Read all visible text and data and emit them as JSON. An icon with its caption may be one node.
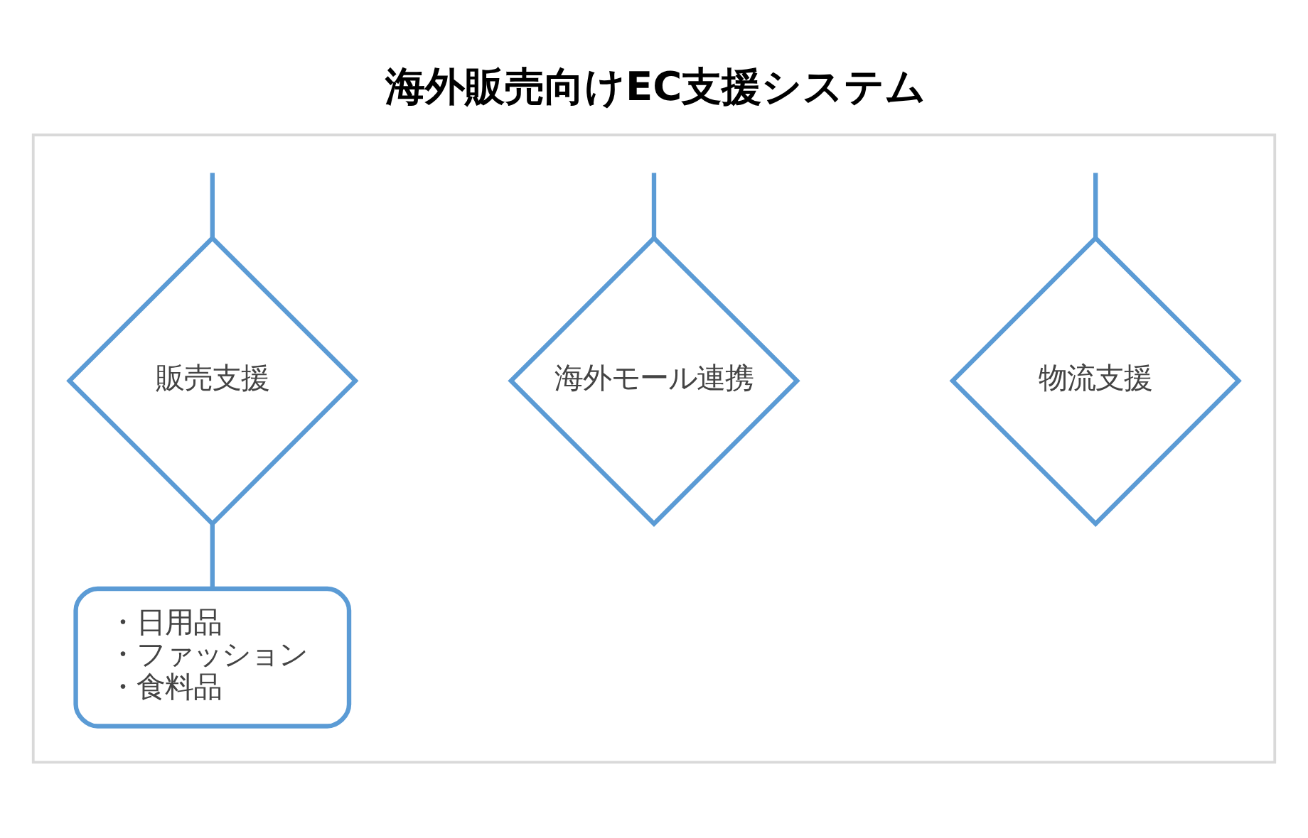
{
  "diagram": {
    "title": "海外販売向けEC支援システム",
    "nodes": [
      {
        "text": [],
        "shape": "box"
      },
      {
        "text": [
          "販売支援"
        ],
        "in": 0
      },
      {
        "text": [
          "海外モール連携"
        ],
        "in": 0
      },
      {
        "text": [
          "物流支援"
        ],
        "in": 0
      },
      {
        "text": [
          "・日用品",
          "・ファッション",
          "・食料品"
        ],
        "in": 0
      }
    ],
    "edges": [
      {
        "from": null,
        "to": 1,
        "arrow": "none"
      },
      {
        "from": null,
        "to": 2,
        "arrow": "none"
      },
      {
        "from": null,
        "to": 3,
        "arrow": "none"
      },
      {
        "from": 1,
        "to": 4,
        "arrow": "none"
      }
    ]
  }
}
